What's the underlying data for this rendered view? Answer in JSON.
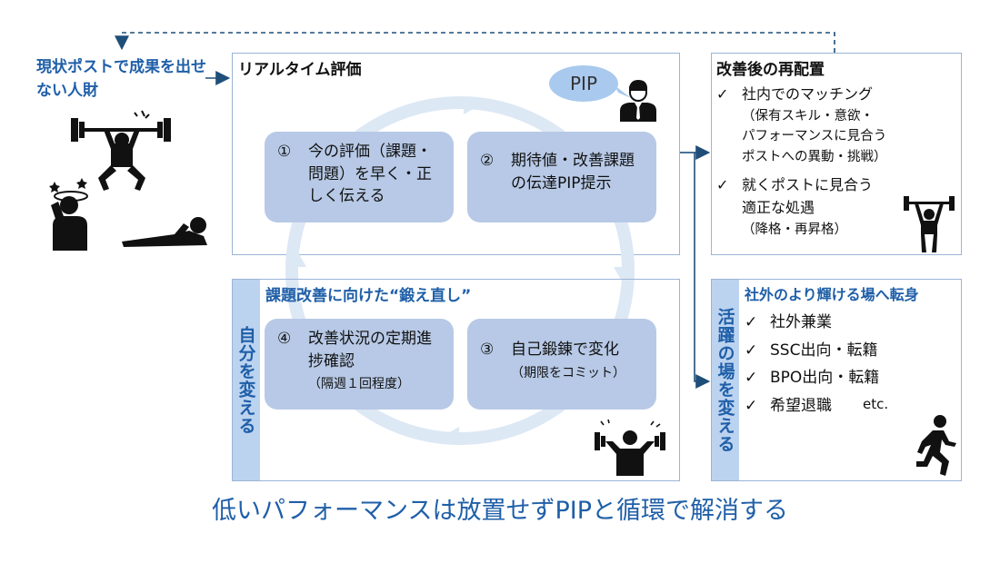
{
  "left_label": "現状ポストで成果を出せない人財",
  "top_panel": {
    "title": "リアルタイム評価",
    "pip_bubble": "PIP",
    "box1": {
      "num": "①",
      "text": "今の評価（課題・問題）を早く・正しく伝える"
    },
    "box2": {
      "num": "②",
      "text": "期待値・改善課題の伝達PIP提示"
    }
  },
  "bottom_panel": {
    "title": "課題改善に向けた“鍛え直し”",
    "side_label": "自分を変える",
    "box4": {
      "num": "④",
      "text": "改善状況の定期進捗確認",
      "sub": "（隔週１回程度）"
    },
    "box3": {
      "num": "③",
      "text": "自己鍛錬で変化",
      "sub": "（期限をコミット）"
    }
  },
  "right_top_panel": {
    "title": "改善後の再配置",
    "items": [
      {
        "check": "✓",
        "text": "社内でのマッチング",
        "sub": [
          "（保有スキル・意欲・",
          "パフォーマンスに見合う",
          "ポストへの異動・挑戦）"
        ]
      },
      {
        "check": "✓",
        "text": "就くポストに見合う",
        "sub_main": "適正な処遇",
        "sub": [
          "（降格・再昇格）"
        ]
      }
    ]
  },
  "right_bottom_panel": {
    "title": "社外のより輝ける場へ転身",
    "side_label": "活躍の場を変える",
    "items": [
      {
        "check": "✓",
        "text": "社外兼業"
      },
      {
        "check": "✓",
        "text": "SSC出向・転籍"
      },
      {
        "check": "✓",
        "text": "BPO出向・転籍"
      },
      {
        "check": "✓",
        "text": "希望退職"
      }
    ],
    "etc": "etc."
  },
  "footer": "低いパフォーマンスは放置せずPIPと循環で解消する",
  "colors": {
    "accent_blue": "#1f5fa8",
    "box_fill": "#b7c9e6",
    "strip_fill": "#bcd3f0",
    "arrow": "#1f4e79",
    "cycle": "#dde8f5"
  }
}
